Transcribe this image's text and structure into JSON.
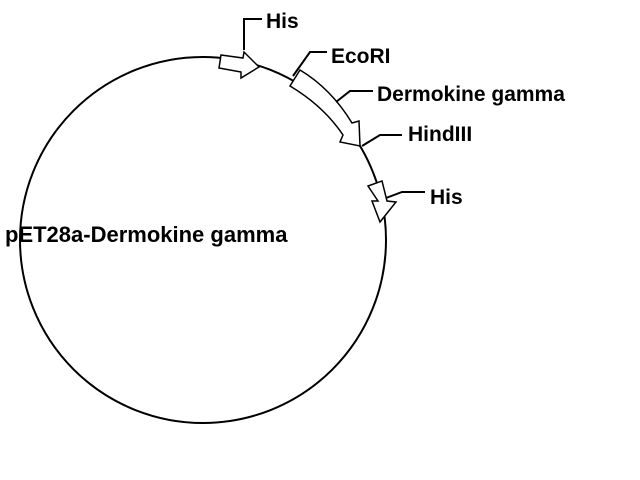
{
  "plasmid": {
    "name": "pET28a-Dermokine gamma"
  },
  "features": [
    {
      "id": "his_n",
      "label": "His"
    },
    {
      "id": "ecori",
      "label": "EcoRI"
    },
    {
      "id": "insert",
      "label": "Dermokine gamma"
    },
    {
      "id": "hindiii",
      "label": "HindIII"
    },
    {
      "id": "his_c",
      "label": "His"
    }
  ],
  "colors": {
    "line": "#000000",
    "fill": "#ffffff",
    "background": "#ffffff"
  }
}
